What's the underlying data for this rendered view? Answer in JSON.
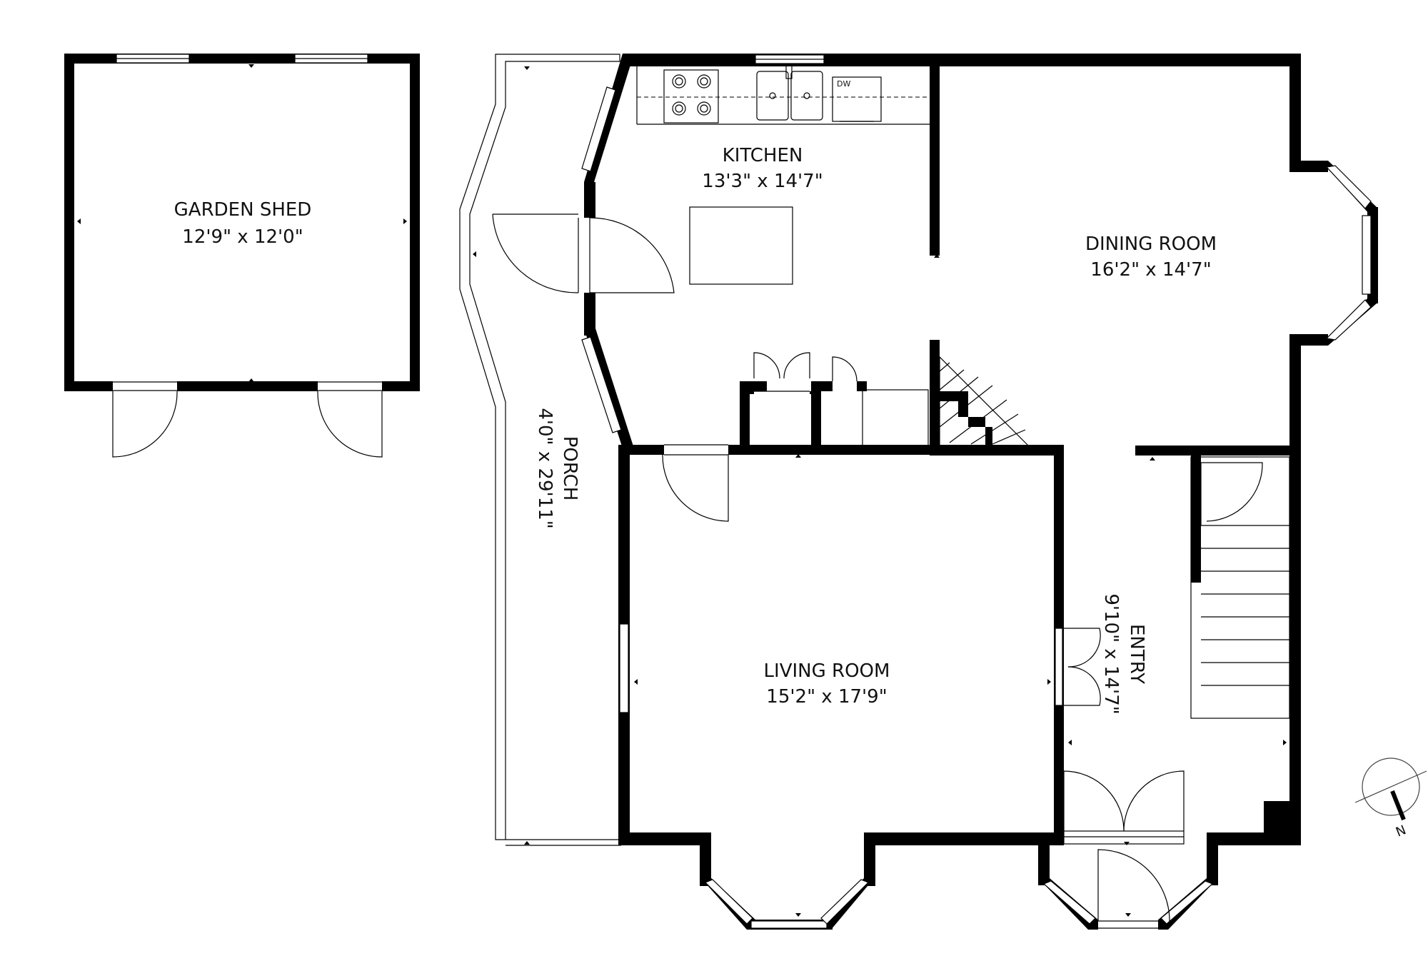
{
  "rooms": {
    "garden_shed": {
      "name": "GARDEN SHED",
      "dims": "12'9\" x 12'0\""
    },
    "kitchen": {
      "name": "KITCHEN",
      "dims": "13'3\" x 14'7\""
    },
    "dining_room": {
      "name": "DINING ROOM",
      "dims": "16'2\" x 14'7\""
    },
    "porch": {
      "name": "PORCH",
      "dims": "4'0\" x 29'11\""
    },
    "living_room": {
      "name": "LIVING ROOM",
      "dims": "15'2\" x 17'9\""
    },
    "entry": {
      "name": "ENTRY",
      "dims": "9'10\" x 14'7\""
    }
  },
  "appliances": {
    "dishwasher": "DW"
  },
  "compass": {
    "label": "N",
    "icon": "north-arrow-icon"
  },
  "colors": {
    "wall": "#000000",
    "background": "#ffffff",
    "fixture_stroke": "#000000"
  }
}
